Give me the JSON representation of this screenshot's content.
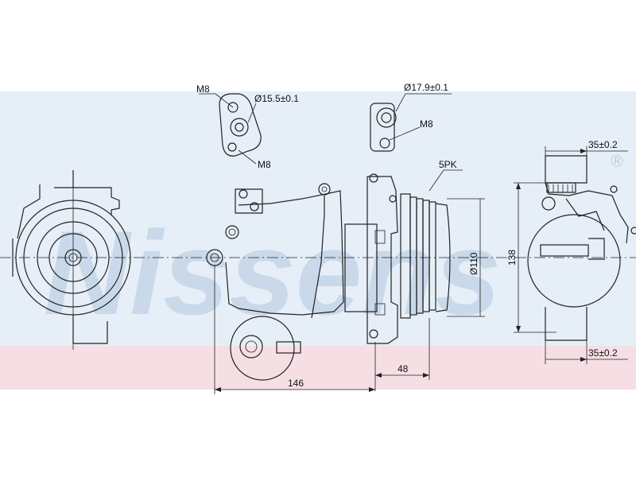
{
  "watermark": {
    "brand": "Nissens",
    "registered_mark": "®",
    "band_color_blue": "#dce7f2",
    "band_color_pink": "#f2d6dc"
  },
  "labels": {
    "bolt_left_top": "M8",
    "bore_left": "Ø15.5±0.1",
    "bolt_left_bottom": "M8",
    "bore_right": "Ø17.9±0.1",
    "bolt_right": "M8",
    "belt": "5PK",
    "pulley_diameter": "Ø110",
    "height": "138",
    "depth_top": "35±0.2",
    "depth_bottom": "35±0.2",
    "offset": "48",
    "length": "146"
  }
}
